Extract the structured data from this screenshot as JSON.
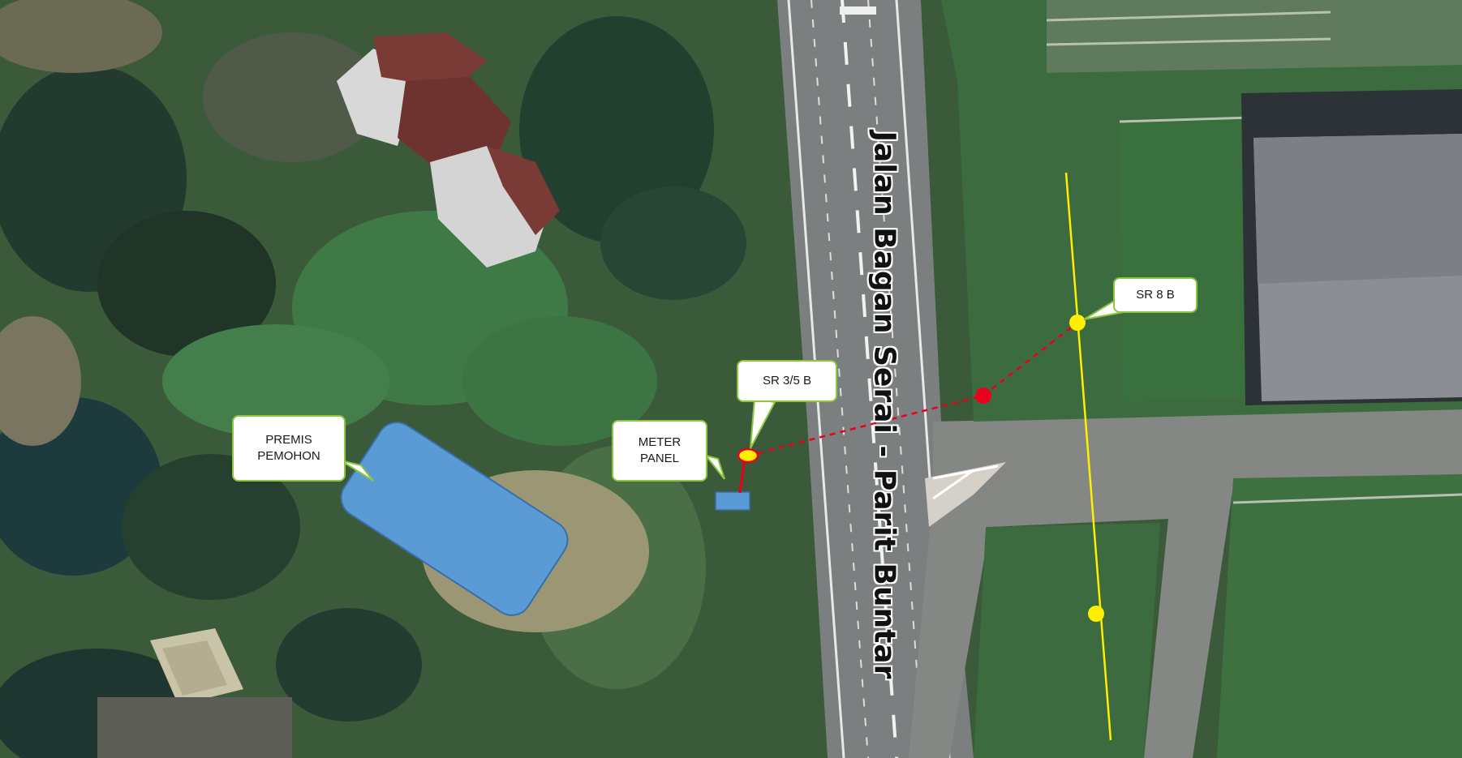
{
  "map": {
    "road_label": "Jalan Bagan Serai - Parit Buntar",
    "callouts": {
      "premis": {
        "line1": "PREMIS",
        "line2": "PEMOHON"
      },
      "meter": {
        "line1": "METER",
        "line2": "PANEL"
      },
      "sr35b": {
        "text": "SR 3/5 B"
      },
      "sr8b": {
        "text": "SR 8 B"
      }
    },
    "colors": {
      "premises_fill": "#5b9bd5",
      "meter_fill": "#5b9bd5",
      "pole_yellow": "#ffee00",
      "pole_red": "#e8001c",
      "service_line": "#e8001c",
      "power_line": "#ffee00",
      "callout_border": "#8cc63f"
    }
  }
}
